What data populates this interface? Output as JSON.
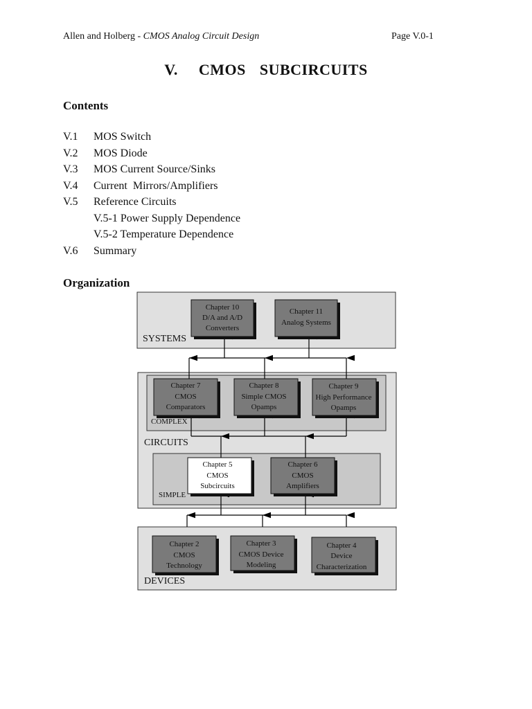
{
  "header": {
    "authors": "Allen and Holberg - ",
    "book_title": "CMOS Analog Circuit Design",
    "page": "Page V.0-1"
  },
  "title": "V.   CMOS  SUBCIRCUITS",
  "contents": {
    "heading": "Contents",
    "items": [
      {
        "num": "V.1",
        "label": "MOS Switch"
      },
      {
        "num": "V.2",
        "label": "MOS Diode"
      },
      {
        "num": "V.3",
        "label": "MOS Current Source/Sinks"
      },
      {
        "num": "V.4",
        "label": "Current  Mirrors/Amplifiers"
      },
      {
        "num": "V.5",
        "label": "Reference Circuits"
      },
      {
        "num": "",
        "label": "V.5-1 Power Supply Dependence"
      },
      {
        "num": "",
        "label": "V.5-2 Temperature Dependence"
      },
      {
        "num": "V.6",
        "label": "Summary"
      }
    ]
  },
  "organization": {
    "heading": "Organization",
    "groups": {
      "systems": "SYSTEMS",
      "circuits": "CIRCUITS",
      "complex": "COMPLEX",
      "simple": "SIMPLE",
      "devices": "DEVICES"
    },
    "chapters": {
      "ch10": [
        "Chapter 10",
        "D/A and A/D",
        "Converters"
      ],
      "ch11": [
        "Chapter 11",
        "Analog Systems"
      ],
      "ch7": [
        "Chapter 7",
        "CMOS",
        "Comparators"
      ],
      "ch8": [
        "Chapter 8",
        "Simple CMOS",
        "Opamps"
      ],
      "ch9": [
        "Chapter 9",
        "High Performance",
        "Opamps"
      ],
      "ch5": [
        "Chapter 5",
        "CMOS",
        "Subcircuits"
      ],
      "ch6": [
        "Chapter 6",
        "CMOS",
        "Amplifiers"
      ],
      "ch2": [
        "Chapter 2",
        "CMOS",
        "Technology"
      ],
      "ch3": [
        "Chapter 3",
        "CMOS Device",
        "Modeling"
      ],
      "ch4": [
        "Chapter 4",
        "Device",
        "Characterization"
      ]
    },
    "colors": {
      "panel": "#e0e0e0",
      "inner_panel": "#c8c8c8",
      "chapter_box": "#7a7a7a",
      "highlight_box": "#ffffff",
      "shadow": "#111111"
    }
  }
}
